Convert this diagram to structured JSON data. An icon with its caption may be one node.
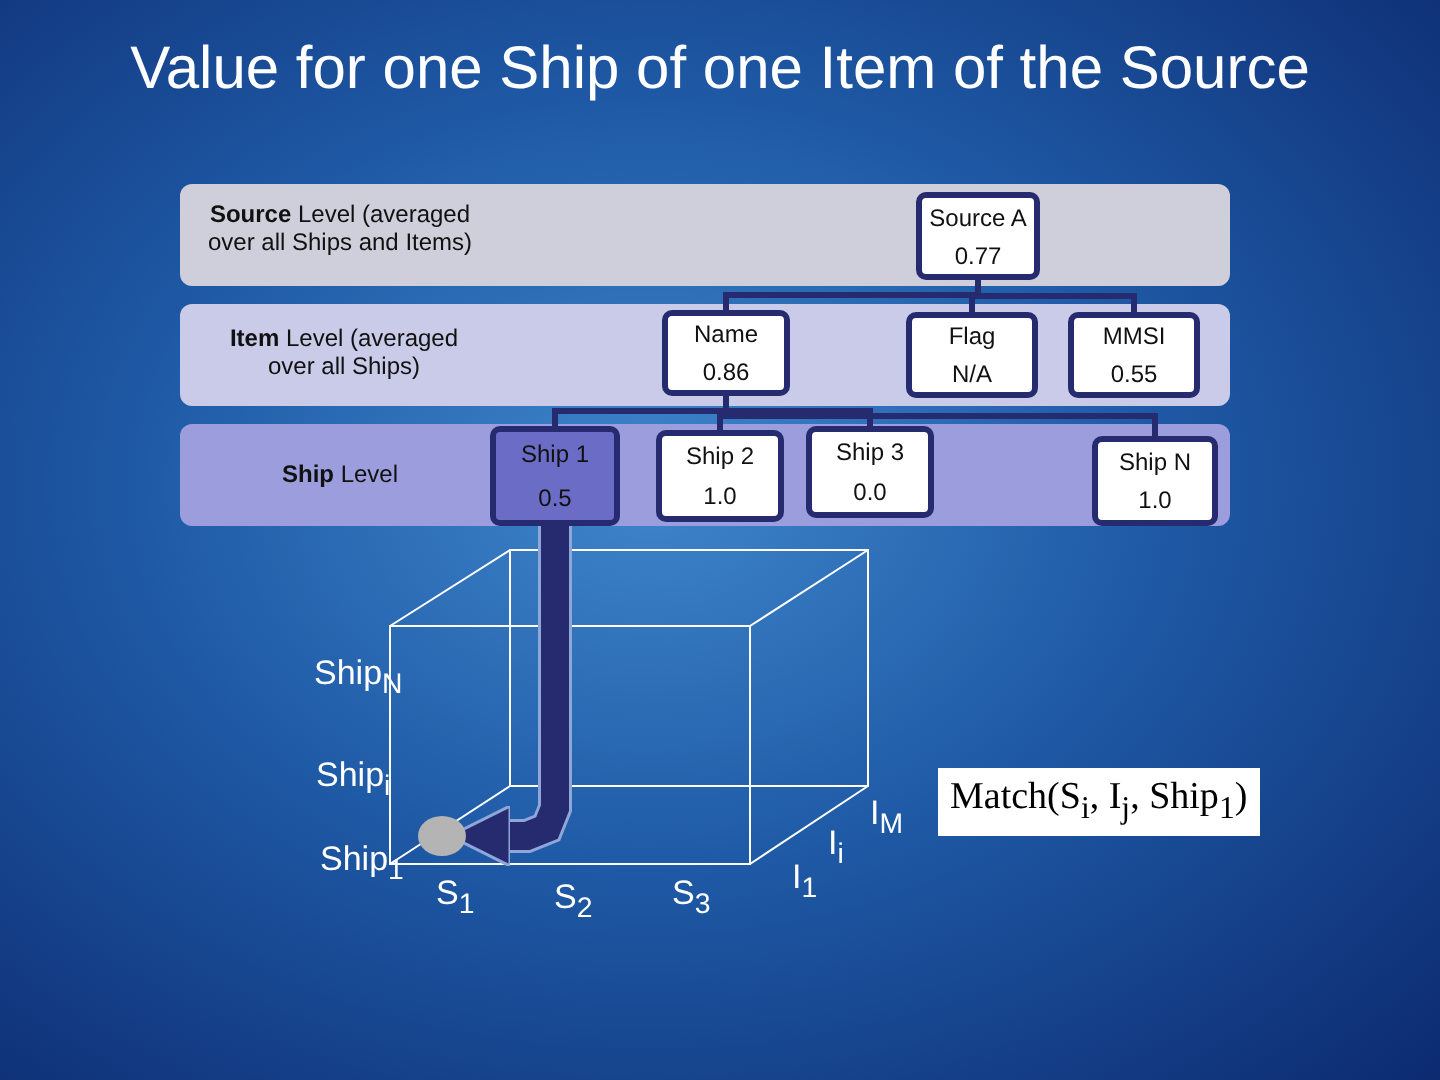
{
  "diagram": {
    "title": "Value for one Ship of one Item of the Source",
    "nodes": [
      {
        "text": [
          "**Source** Level (averaged over all Ships and Items)"
        ]
      },
      {
        "text": [
          "Source A",
          "0.77"
        ],
        "in": 0
      },
      {
        "text": [
          "**Item** Level (averaged over all Ships)"
        ]
      },
      {
        "text": [
          "Name",
          "0.86"
        ],
        "in": 2
      },
      {
        "text": [
          "Flag",
          "N/A"
        ],
        "in": 2
      },
      {
        "text": [
          "MMSI",
          "0.55"
        ],
        "in": 2
      },
      {
        "text": [
          "**Ship** Level"
        ]
      },
      {
        "text": [
          "Ship 1",
          "0.5"
        ],
        "in": 6
      },
      {
        "text": [
          "Ship 2",
          "1.0"
        ],
        "in": 6
      },
      {
        "text": [
          "Ship 3",
          "0.0"
        ],
        "in": 6
      },
      {
        "text": [
          "Ship N",
          "1.0"
        ],
        "in": 6
      },
      {
        "text": [],
        "shape": "circle"
      }
    ],
    "edges": [
      {
        "from": 1,
        "to": 3,
        "arrow": "none"
      },
      {
        "from": 1,
        "to": 4,
        "arrow": "none"
      },
      {
        "from": 1,
        "to": 5,
        "arrow": "none"
      },
      {
        "from": 3,
        "to": 7,
        "arrow": "none"
      },
      {
        "from": 3,
        "to": 8,
        "arrow": "none"
      },
      {
        "from": 3,
        "to": 9,
        "arrow": "none"
      },
      {
        "from": 3,
        "to": 10,
        "arrow": "none"
      },
      {
        "from": 7,
        "to": 11,
        "arrow": "to",
        "style": "thick",
        "color": "#262a6e"
      }
    ],
    "labels": [
      "Ship$_{N}$",
      "Ship$_{i}$",
      "Ship$_{1}$",
      "S$_{1}$",
      "S$_{2}$",
      "S$_{3}$",
      "I$_{1}$",
      "I$_{i}$",
      "I$_{M}$",
      "Match(S$_{i}$, I$_{j}$, Ship$_{1}$)"
    ]
  }
}
